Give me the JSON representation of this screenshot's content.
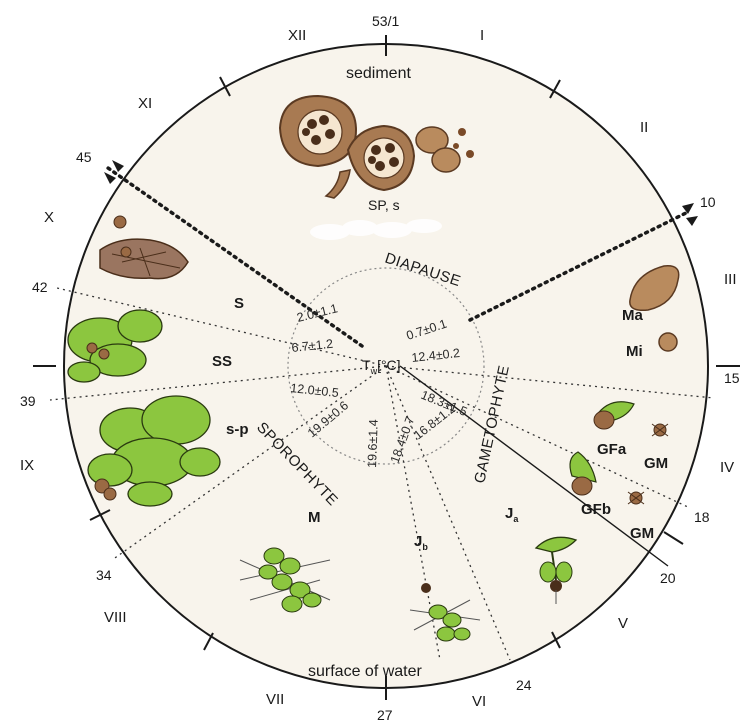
{
  "weeks": {
    "w53": "53/1",
    "w10": "10",
    "w15": "15",
    "w18": "18",
    "w20": "20",
    "w24": "24",
    "w27": "27",
    "w34": "34",
    "w39": "39",
    "w42": "42",
    "w45": "45"
  },
  "months": [
    "I",
    "II",
    "III",
    "IV",
    "V",
    "VI",
    "VII",
    "VIII",
    "IX",
    "X",
    "XI",
    "XII"
  ],
  "zones": {
    "sediment": "sediment",
    "sp_s": "SP, s",
    "diapause": "DIAPAUSE",
    "gametophyte": "GAMETOPHYTE",
    "sporophyte": "SPOROPHYTE",
    "surface": "surface of water",
    "S": "S",
    "SS": "SS",
    "s_p": "s-p",
    "M": "M",
    "Ma": "Ma",
    "Mi": "Mi",
    "GFa": "GFa",
    "GFb": "GFb",
    "GM1": "GM",
    "GM2": "GM",
    "Jb": "J",
    "Jb_sub": "b",
    "Ja": "J",
    "Ja_sub": "a"
  },
  "center": {
    "label": "T",
    "sub": "w",
    "unit": "[°C]"
  },
  "temperatures": {
    "t1": "2.0±1.1",
    "t2": "6.7±1.2",
    "t3": "12.0±0.5",
    "t4": "19.9±0.6",
    "t5": "19.6±1.4",
    "t6": "18.4±0.7",
    "t7": "16.8±1.2",
    "t8": "18.3±1.5",
    "t9": "12.4±0.2",
    "t10": "0.7±0.1"
  },
  "colors": {
    "disk": "#f8f4ec",
    "leaf": "#8cc63f",
    "leaf_dark": "#4e7a1f",
    "sporocarp": "#9a6a44",
    "sporocarp_dark": "#5b3a22"
  }
}
